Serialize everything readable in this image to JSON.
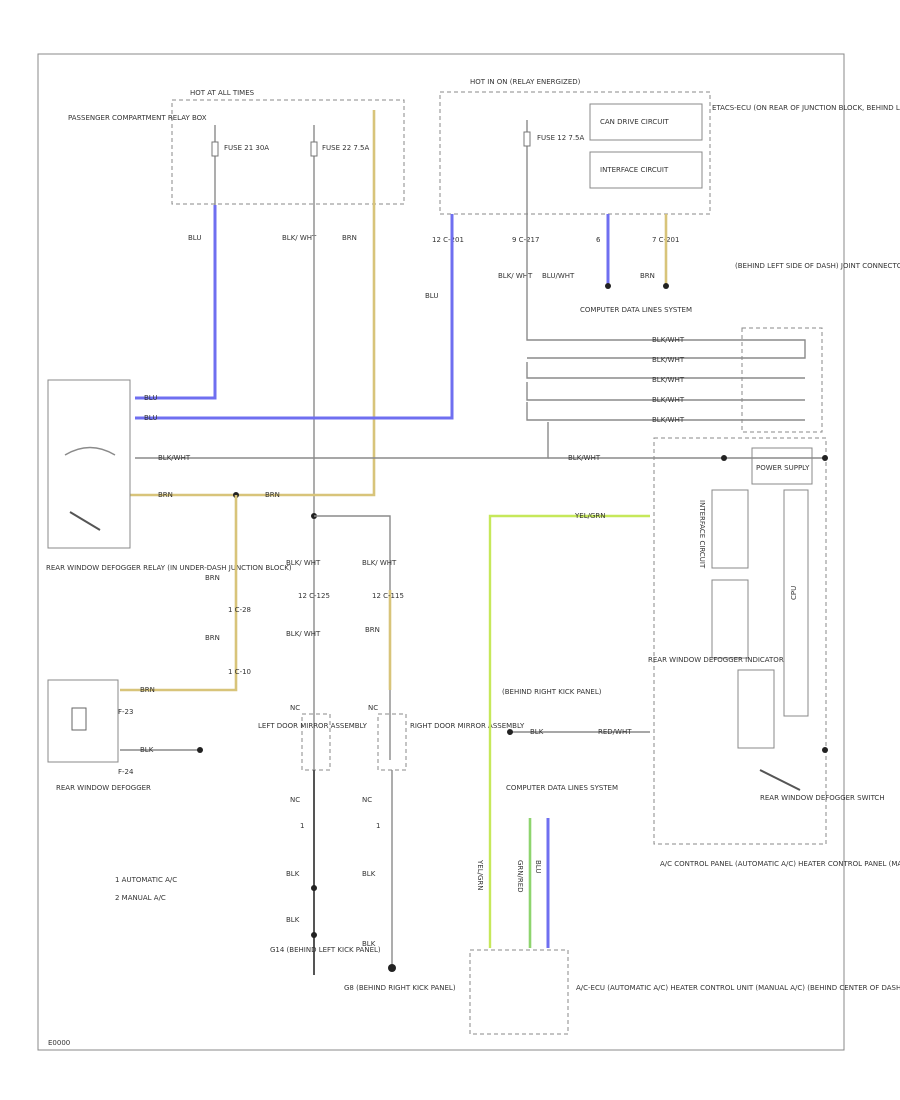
{
  "fuse_block_left": {
    "label": "PASSENGER COMPARTMENT RELAY BOX",
    "hot_label": "HOT AT ALL TIMES",
    "fuse1": "FUSE 21 30A",
    "fuse2": "FUSE 22 7.5A"
  },
  "fuse_block_right": {
    "hot_label": "HOT IN ON (RELAY ENERGIZED)",
    "fuse": "FUSE 12 7.5A"
  },
  "etacs": {
    "label": "ETACS-ECU (ON REAR OF JUNCTION BLOCK, BEHIND LEFT END OF DASH)",
    "can_circuit": "CAN DRIVE CIRCUIT",
    "interface_circuit": "INTERFACE CIRCUIT"
  },
  "wires": {
    "blu1": "BLU",
    "blk_wht1": "BLK/ WHT",
    "brn1": "BRN",
    "blu2": "BLU",
    "blk_wht2": "BLK/ WHT",
    "blu_wht": "BLU/WHT",
    "brn2": "BRN",
    "relay_blu1": "BLU",
    "relay_blu2": "BLU",
    "relay_blkwht": "BLK/WHT",
    "relay_brn": "BRN",
    "brn3": "BRN",
    "brn4": "BRN",
    "brn5": "BRN",
    "brn6": "BRN",
    "blk_wht3": "BLK/ WHT",
    "blk_wht4": "BLK/ WHT",
    "blk_wht5": "BLK/ WHT",
    "blk1": "BLK",
    "blk2": "BLK",
    "blk3": "BLK",
    "blk4": "BLK",
    "blk5": "BLK",
    "jc_w1": "BLK/WHT",
    "jc_w2": "BLK/WHT",
    "jc_w3": "BLK/WHT",
    "jc_w4": "BLK/WHT",
    "jc_w5": "BLK/WHT",
    "blk_wht_long": "BLK/WHT",
    "yel_grn": "YEL/GRN",
    "yel_grn_v": "YEL/GRN",
    "grn_v": "GRN/RED",
    "blu_v": "BLU",
    "blk_rt": "BLK",
    "red_wht": "RED/WHT"
  },
  "connectors": {
    "c201a": "12 C-201",
    "c217": "9 C-217",
    "c_6": "6",
    "c201b": "7 C-201",
    "c28": "1 C-28",
    "c10": "1 C-10",
    "c125": "12 C-125",
    "c115": "12 C-115",
    "f23": "F-23",
    "f24": "F-24",
    "nc1": "NC",
    "nc2": "NC",
    "nc3": "NC",
    "nc4": "NC",
    "one1": "1",
    "one2": "1"
  },
  "computer_data_lines_top": "COMPUTER DATA LINES SYSTEM",
  "joint_connector": "(BEHIND LEFT SIDE OF DASH) JOINT CONNECTOR",
  "rear_defogger_relay": "REAR WINDOW DEFOGGER RELAY (IN UNDER-DASH JUNCTION BLOCK)",
  "rear_defogger": "REAR WINDOW DEFOGGER",
  "left_mirror": "LEFT DOOR MIRROR ASSEMBLY",
  "right_mirror": "RIGHT DOOR MIRROR ASSEMBLY",
  "legend": {
    "item1": "1  AUTOMATIC A/C",
    "item2": "2  MANUAL A/C"
  },
  "ground_left": "G14 (BEHIND LEFT KICK PANEL)",
  "ground_right": "G8 (BEHIND RIGHT KICK PANEL)",
  "behind_right_kick": "(BEHIND RIGHT KICK PANEL)",
  "computer_data_lines_bottom": "COMPUTER DATA LINES SYSTEM",
  "ac_ecu": "A/C-ECU (AUTOMATIC A/C) HEATER CONTROL UNIT (MANUAL A/C) (BEHIND CENTER OF DASH)",
  "ac_panel": "A/C CONTROL PANEL (AUTOMATIC A/C) HEATER CONTROL PANEL (MANUAL A/C)",
  "panel": {
    "power_supply": "POWER SUPPLY",
    "interface": "INTERFACE CIRCUIT",
    "cpu": "CPU",
    "indicator": "REAR WINDOW DEFOGGER INDICATOR",
    "switch": "REAR WINDOW DEFOGGER SWITCH"
  },
  "code": "E0000"
}
